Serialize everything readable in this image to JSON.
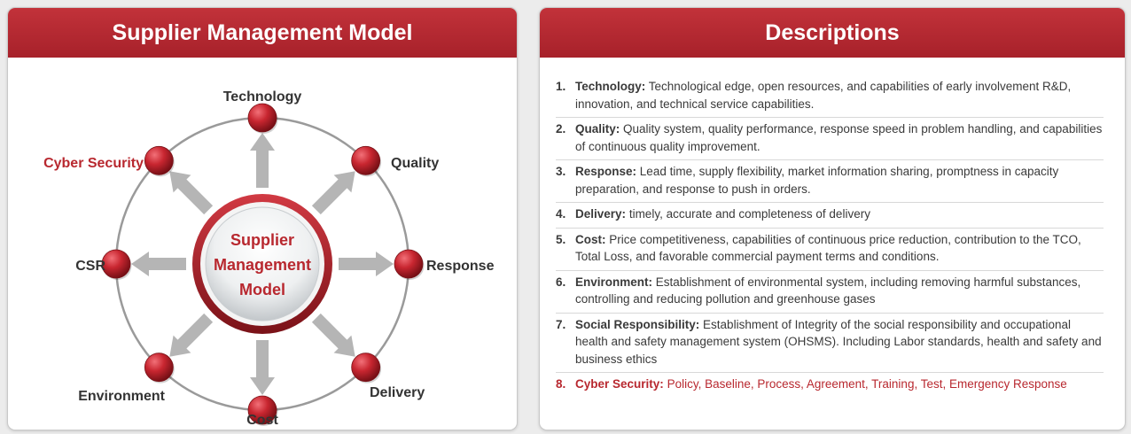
{
  "left_panel": {
    "title": "Supplier Management Model"
  },
  "right_panel": {
    "title": "Descriptions"
  },
  "diagram": {
    "center_lines": [
      "Supplier",
      "Management",
      "Model"
    ],
    "nodes": [
      {
        "id": "technology",
        "label": "Technology"
      },
      {
        "id": "quality",
        "label": "Quality"
      },
      {
        "id": "response",
        "label": "Response"
      },
      {
        "id": "delivery",
        "label": "Delivery"
      },
      {
        "id": "cost",
        "label": "Cost"
      },
      {
        "id": "environment",
        "label": "Environment"
      },
      {
        "id": "csr",
        "label": "CSR"
      },
      {
        "id": "cyber-security",
        "label": "Cyber Security",
        "highlight": true
      }
    ],
    "colors": {
      "accent": "#b8282f",
      "ring": "#9a9a9a",
      "arrow": "#b5b5b5",
      "text": "#333333"
    }
  },
  "descriptions": [
    {
      "num": "1.",
      "label": "Technology:",
      "text": "Technological edge, open resources, and capabilities of early involvement  R&D, innovation, and technical service capabilities."
    },
    {
      "num": "2.",
      "label": "Quality:",
      "text": "Quality system, quality performance, response speed in problem handling, and capabilities of continuous quality improvement."
    },
    {
      "num": "3.",
      "label": "Response:",
      "text": "Lead time, supply flexibility, market information sharing, promptness in capacity preparation, and response to push in orders."
    },
    {
      "num": "4.",
      "label": "Delivery:",
      "text": "timely, accurate and completeness of delivery"
    },
    {
      "num": "5.",
      "label": "Cost:",
      "text": "Price competitiveness, capabilities of continuous price reduction, contribution to the TCO, Total Loss, and favorable commercial payment terms and conditions."
    },
    {
      "num": "6.",
      "label": "Environment:",
      "text": "Establishment of environmental system, including removing harmful substances, controlling and reducing pollution and greenhouse gases"
    },
    {
      "num": "7.",
      "label": "Social Responsibility:",
      "text": "Establishment of Integrity of the social responsibility and occupational health and safety management system (OHSMS). Including Labor standards, health and safety and business ethics"
    },
    {
      "num": "8.",
      "label": "Cyber Security:",
      "text": "Policy, Baseline, Process, Agreement, Training, Test, Emergency Response",
      "highlight": true
    }
  ]
}
